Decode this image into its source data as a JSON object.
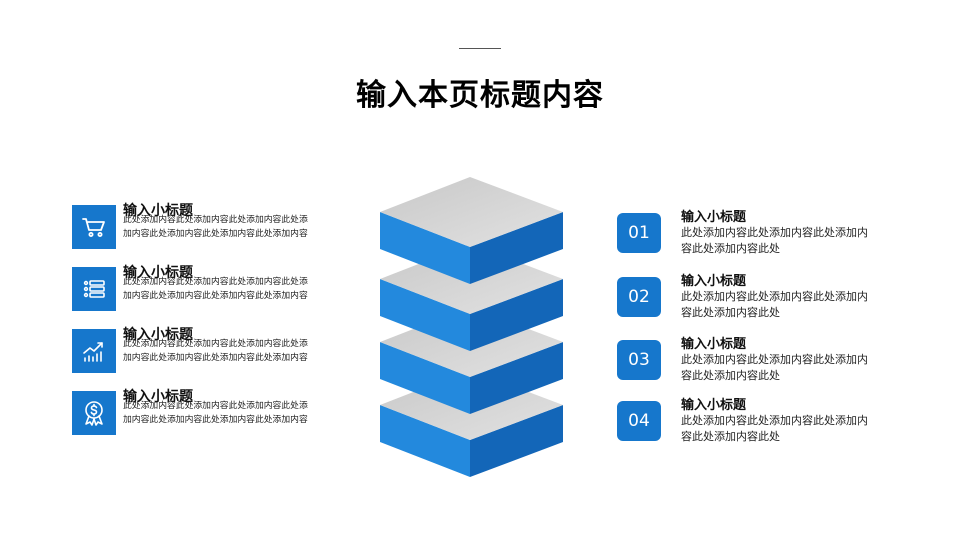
{
  "page": {
    "title": "输入本页标题内容"
  },
  "colors": {
    "accent": "#1677cc",
    "block_top": "#d6d6d6",
    "block_side_light": "#2389dd",
    "block_side_dark": "#1366b8"
  },
  "left_items": [
    {
      "icon": "shopping-cart-icon",
      "title": "输入小标题",
      "desc": "此处添加内容此处添加内容此处添加内容此处添加内容此处添加内容此处添加内容此处添加内容"
    },
    {
      "icon": "list-icon",
      "title": "输入小标题",
      "desc": "此处添加内容此处添加内容此处添加内容此处添加内容此处添加内容此处添加内容此处添加内容"
    },
    {
      "icon": "growth-chart-icon",
      "title": "输入小标题",
      "desc": "此处添加内容此处添加内容此处添加内容此处添加内容此处添加内容此处添加内容此处添加内容"
    },
    {
      "icon": "dollar-badge-icon",
      "title": "输入小标题",
      "desc": "此处添加内容此处添加内容此处添加内容此处添加内容此处添加内容此处添加内容此处添加内容"
    }
  ],
  "right_items": [
    {
      "number": "01",
      "title": "输入小标题",
      "desc": "此处添加内容此处添加内容此处添加内容此处添加内容此处"
    },
    {
      "number": "02",
      "title": "输入小标题",
      "desc": "此处添加内容此处添加内容此处添加内容此处添加内容此处"
    },
    {
      "number": "03",
      "title": "输入小标题",
      "desc": "此处添加内容此处添加内容此处添加内容此处添加内容此处"
    },
    {
      "number": "04",
      "title": "输入小标题",
      "desc": "此处添加内容此处添加内容此处添加内容此处添加内容此处"
    }
  ]
}
